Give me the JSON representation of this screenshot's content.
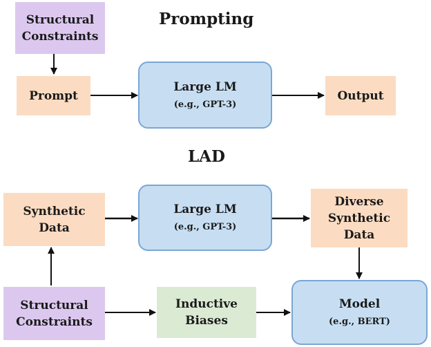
{
  "prompting": {
    "title": "Prompting",
    "structural_constraints": [
      "Structural",
      "Constraints"
    ],
    "prompt": "Prompt",
    "large_lm": "Large LM",
    "large_lm_example": "(e.g., GPT-3)",
    "output": "Output"
  },
  "lad": {
    "title": "LAD",
    "synthetic_data": [
      "Synthetic",
      "Data"
    ],
    "large_lm": "Large LM",
    "large_lm_example": "(e.g., GPT-3)",
    "diverse_synthetic_data": [
      "Diverse",
      "Synthetic",
      "Data"
    ],
    "structural_constraints": [
      "Structural",
      "Constraints"
    ],
    "inductive_biases": [
      "Inductive",
      "Biases"
    ],
    "model": "Model",
    "model_example": "(e.g., BERT)"
  },
  "colors": {
    "constraints": "#dcc8ef",
    "data": "#fbdcc2",
    "biases": "#dbead3",
    "model": "#c7def2",
    "model_border": "#7aa6d6",
    "arrow": "#111111"
  }
}
